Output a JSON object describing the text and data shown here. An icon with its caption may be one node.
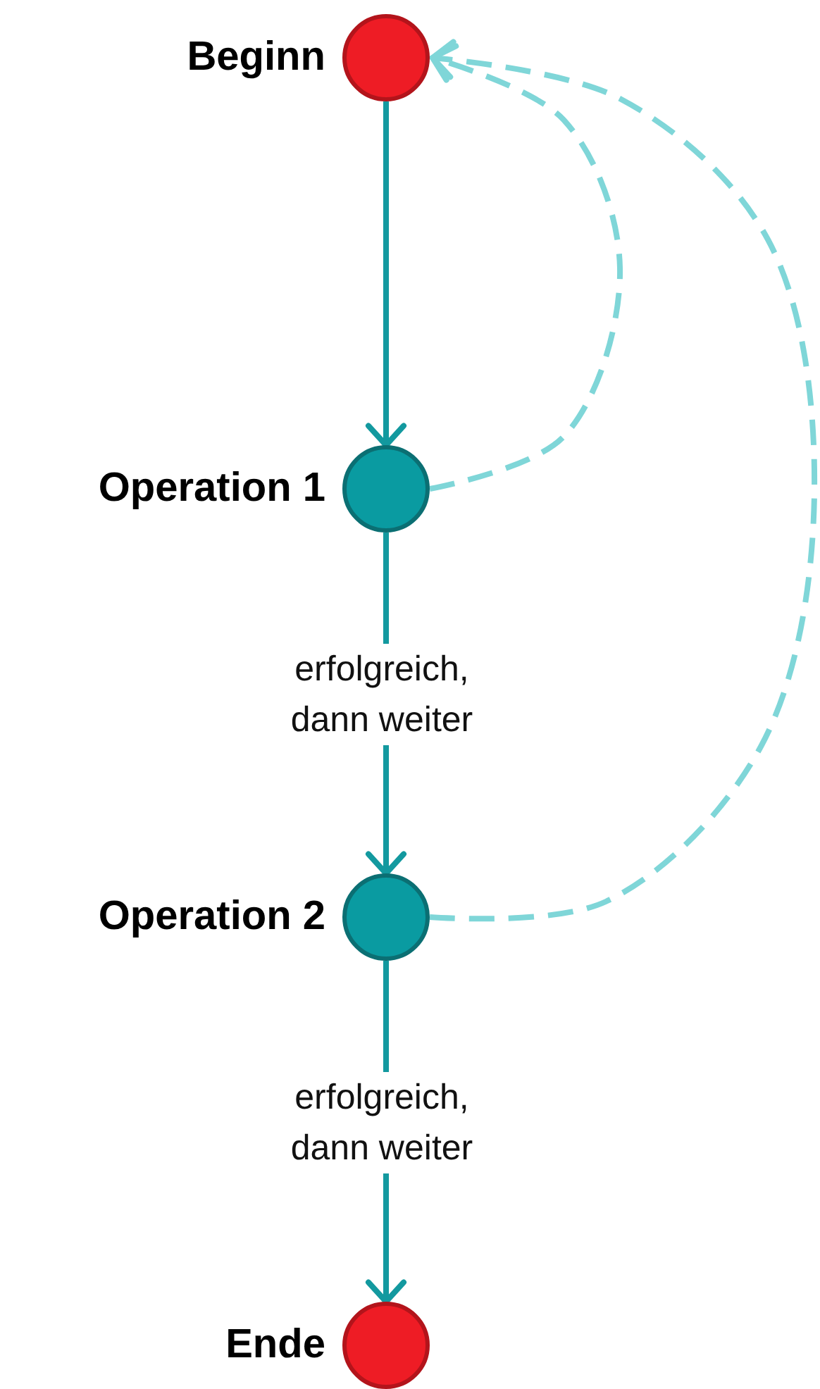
{
  "diagram": {
    "nodes": [
      {
        "text": [
          "Beginn"
        ]
      },
      {
        "text": [
          "Operation 1"
        ]
      },
      {
        "text": [
          "Operation 2"
        ]
      },
      {
        "text": [
          "Ende"
        ]
      }
    ],
    "edges": [
      {
        "from": 0,
        "to": 1,
        "arrow": "to"
      },
      {
        "from": 1,
        "to": 2,
        "arrow": "to",
        "label": "erfolgreich, dann weiter"
      },
      {
        "from": 2,
        "to": 3,
        "arrow": "to",
        "label": "erfolgreich, dann weiter"
      },
      {
        "from": 1,
        "to": 0,
        "arrow": "to",
        "style": "dashed",
        "color": "#7fd6d8"
      },
      {
        "from": 2,
        "to": 0,
        "arrow": "to",
        "style": "dashed",
        "color": "#7fd6d8"
      }
    ]
  }
}
